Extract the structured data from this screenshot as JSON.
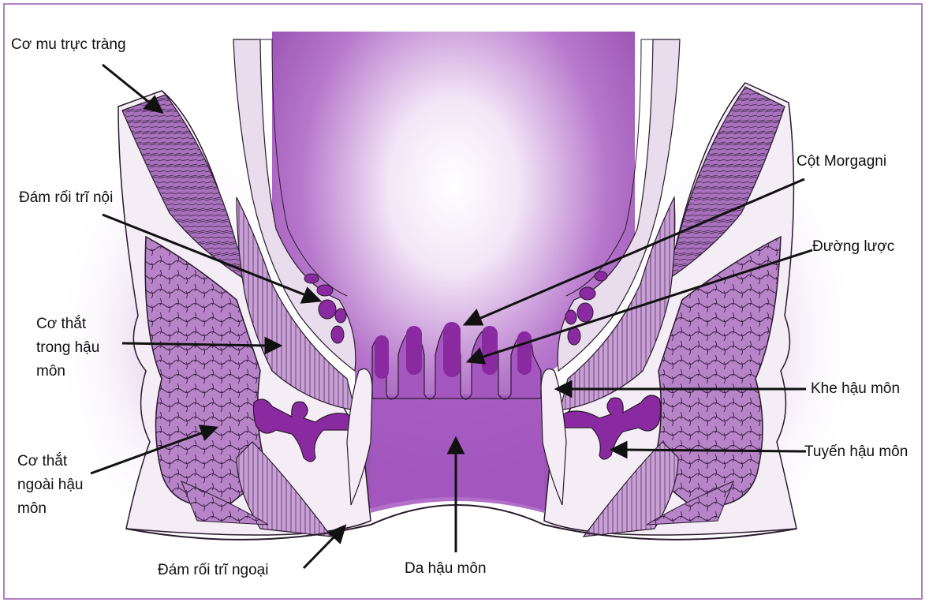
{
  "colors": {
    "frame": "#b07fc0",
    "muscle": "#b27cc4",
    "muscle_dark": "#8a4aa1",
    "gland": "#8a2aa0",
    "lumen": "#a24fc0",
    "skin": "#f3f0f3",
    "outline": "#2a1a2e",
    "arrow": "#111111"
  },
  "labels": {
    "puborectalis": "Cơ mu trực tràng",
    "internal_hemorrhoid_plexus": "Đám rối trĩ nội",
    "internal_sphincter": "Cơ thắt trong hậu môn",
    "external_sphincter": "Cơ thắt ngoài hậu môn",
    "external_hemorrhoid_plexus": "Đám rối trĩ ngoại",
    "anal_skin": "Da hậu môn",
    "columns_of_morgagni": "Cột Morgagni",
    "dentate_line": "Đường lược",
    "anal_crypt": "Khe hậu môn",
    "anal_gland": "Tuyến hậu môn"
  }
}
